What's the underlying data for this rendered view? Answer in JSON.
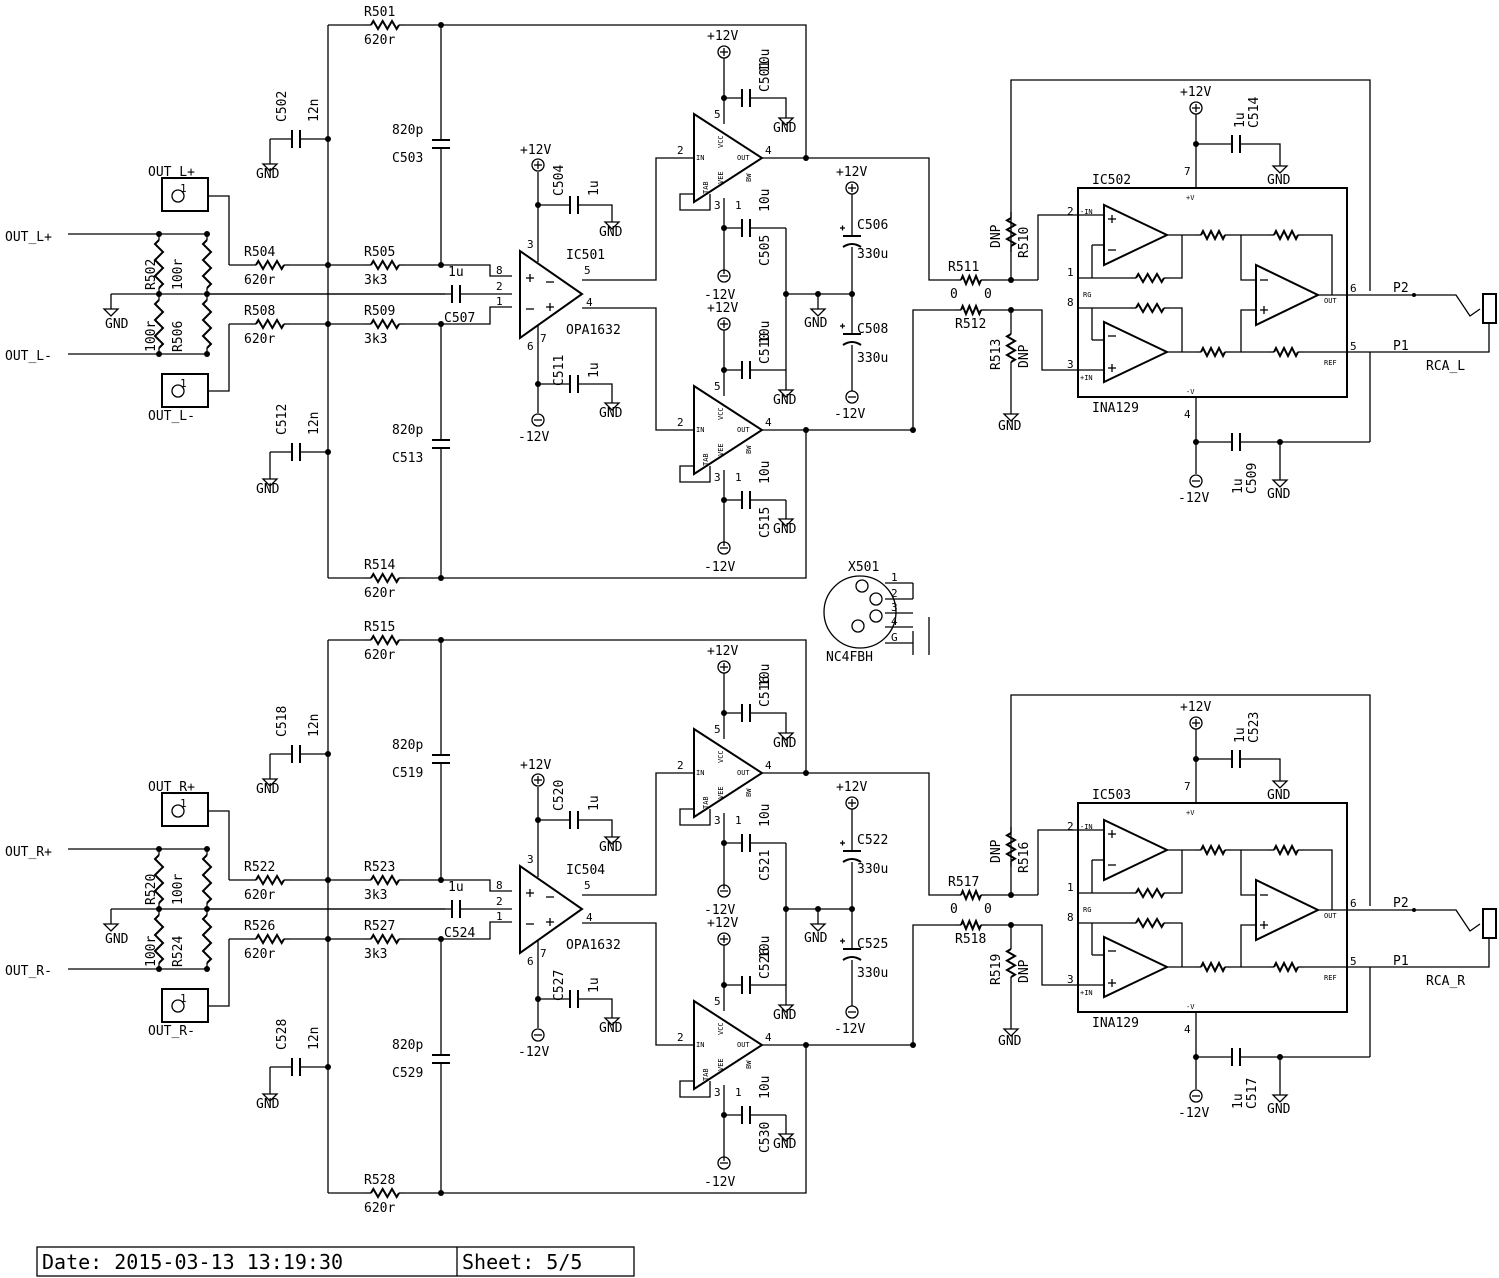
{
  "footer": {
    "date": "Date: 2015-03-13 13:19:30",
    "sheet": "Sheet: 5/5"
  },
  "connector": {
    "ref": "X501",
    "part": "NC4FBH",
    "pins": [
      "1",
      "2",
      "3",
      "4",
      "G"
    ]
  },
  "channels": [
    {
      "key": "L",
      "in_pos": "OUT_L+",
      "in_neg": "OUT_L-",
      "term_pos": "OUT_L+",
      "term_neg": "OUT_L-",
      "term_pin": "1",
      "gnd": "GND",
      "vpos": "+12V",
      "vneg": "-12V",
      "r_fb_top": {
        "ref": "R501",
        "val": "620r"
      },
      "c_in_top": {
        "ref": "C502",
        "val": "12n"
      },
      "r_sh_top": {
        "ref": "R502",
        "val": "100r"
      },
      "r_sh_bot": {
        "ref": "R506",
        "val": "100r"
      },
      "r_in1_top": {
        "ref": "R504",
        "val": "620r"
      },
      "r_in2_top": {
        "ref": "R505",
        "val": "3k3"
      },
      "r_in1_bot": {
        "ref": "R508",
        "val": "620r"
      },
      "r_in2_bot": {
        "ref": "R509",
        "val": "3k3"
      },
      "c_ff_top": {
        "ref": "C503",
        "val": "820p"
      },
      "c_ff_bot": {
        "ref": "C513",
        "val": "820p"
      },
      "c_ac": {
        "ref": "C507",
        "val": "1u"
      },
      "c_in_bot": {
        "ref": "C512",
        "val": "12n"
      },
      "r_fb_bot": {
        "ref": "R514",
        "val": "620r"
      },
      "ic_opa": {
        "ref": "IC501",
        "part": "OPA1632"
      },
      "c_opa_p": {
        "ref": "C504",
        "val": "1u"
      },
      "c_opa_n": {
        "ref": "C511",
        "val": "1u"
      },
      "c_b1_p": {
        "ref": "C501",
        "val": "10u"
      },
      "c_b1_n": {
        "ref": "C505",
        "val": "10u"
      },
      "c_b2_p": {
        "ref": "C510",
        "val": "10u"
      },
      "c_b2_n": {
        "ref": "C515",
        "val": "10u"
      },
      "c_bulk_p": {
        "ref": "C506",
        "val": "330u"
      },
      "c_bulk_n": {
        "ref": "C508",
        "val": "330u"
      },
      "r_out_p": {
        "ref": "R511",
        "val": "0"
      },
      "r_out_n": {
        "ref": "R512",
        "val": "0"
      },
      "r_dnp_p": {
        "ref": "R510",
        "val": "DNP"
      },
      "r_dnp_n": {
        "ref": "R513",
        "val": "DNP"
      },
      "ic_ina": {
        "ref": "IC502",
        "part": "INA129"
      },
      "c_ina_p": {
        "ref": "C514",
        "val": "1u"
      },
      "c_ina_n": {
        "ref": "C509",
        "val": "1u"
      },
      "rca": "RCA_L",
      "p2": "P2",
      "p1": "P1"
    },
    {
      "key": "R",
      "in_pos": "OUT_R+",
      "in_neg": "OUT_R-",
      "term_pos": "OUT_R+",
      "term_neg": "OUT_R-",
      "term_pin": "1",
      "gnd": "GND",
      "vpos": "+12V",
      "vneg": "-12V",
      "r_fb_top": {
        "ref": "R515",
        "val": "620r"
      },
      "c_in_top": {
        "ref": "C518",
        "val": "12n"
      },
      "r_sh_top": {
        "ref": "R520",
        "val": "100r"
      },
      "r_sh_bot": {
        "ref": "R524",
        "val": "100r"
      },
      "r_in1_top": {
        "ref": "R522",
        "val": "620r"
      },
      "r_in2_top": {
        "ref": "R523",
        "val": "3k3"
      },
      "r_in1_bot": {
        "ref": "R526",
        "val": "620r"
      },
      "r_in2_bot": {
        "ref": "R527",
        "val": "3k3"
      },
      "c_ff_top": {
        "ref": "C519",
        "val": "820p"
      },
      "c_ff_bot": {
        "ref": "C529",
        "val": "820p"
      },
      "c_ac": {
        "ref": "C524",
        "val": "1u"
      },
      "c_in_bot": {
        "ref": "C528",
        "val": "12n"
      },
      "r_fb_bot": {
        "ref": "R528",
        "val": "620r"
      },
      "ic_opa": {
        "ref": "IC504",
        "part": "OPA1632"
      },
      "c_opa_p": {
        "ref": "C520",
        "val": "1u"
      },
      "c_opa_n": {
        "ref": "C527",
        "val": "1u"
      },
      "c_b1_p": {
        "ref": "C516",
        "val": "10u"
      },
      "c_b1_n": {
        "ref": "C521",
        "val": "10u"
      },
      "c_b2_p": {
        "ref": "C526",
        "val": "10u"
      },
      "c_b2_n": {
        "ref": "C530",
        "val": "10u"
      },
      "c_bulk_p": {
        "ref": "C522",
        "val": "330u"
      },
      "c_bulk_n": {
        "ref": "C525",
        "val": "330u"
      },
      "r_out_p": {
        "ref": "R517",
        "val": "0"
      },
      "r_out_n": {
        "ref": "R518",
        "val": "0"
      },
      "r_dnp_p": {
        "ref": "R516",
        "val": "DNP"
      },
      "r_dnp_n": {
        "ref": "R519",
        "val": "DNP"
      },
      "ic_ina": {
        "ref": "IC503",
        "part": "INA129"
      },
      "c_ina_p": {
        "ref": "C523",
        "val": "1u"
      },
      "c_ina_n": {
        "ref": "C517",
        "val": "1u"
      },
      "rca": "RCA_R",
      "p2": "P2",
      "p1": "P1"
    }
  ],
  "pin_numbers": {
    "opa": [
      "8",
      "2",
      "1",
      "3",
      "6",
      "5",
      "4",
      "7"
    ],
    "buf": [
      "2",
      "5",
      "4",
      "3",
      "1"
    ],
    "ina": [
      "2",
      "1",
      "8",
      "3",
      "7",
      "4",
      "6",
      "5"
    ]
  },
  "pin_names": {
    "buf": [
      "IN",
      "OUT",
      "VCC",
      "VEE",
      "TAB",
      "BW"
    ],
    "ina": [
      "-IN",
      "RG",
      "+IN",
      "+V",
      "-V",
      "OUT",
      "REF"
    ]
  }
}
